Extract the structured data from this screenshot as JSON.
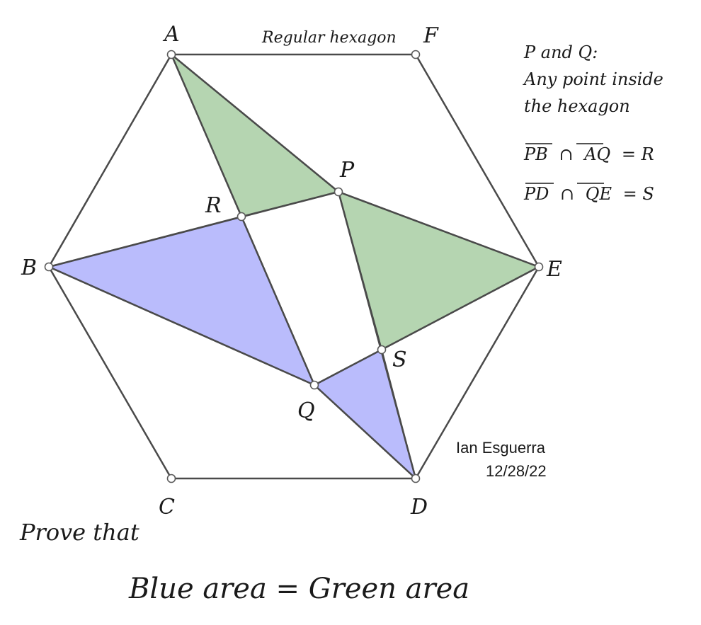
{
  "figure": {
    "title": "Regular hexagon",
    "vertices": [
      {
        "id": "A",
        "label": "A"
      },
      {
        "id": "F",
        "label": "F"
      },
      {
        "id": "E",
        "label": "E"
      },
      {
        "id": "D",
        "label": "D"
      },
      {
        "id": "C",
        "label": "C"
      },
      {
        "id": "B",
        "label": "B"
      }
    ],
    "points": [
      {
        "id": "P",
        "label": "P"
      },
      {
        "id": "Q",
        "label": "Q"
      },
      {
        "id": "R",
        "label": "R"
      },
      {
        "id": "S",
        "label": "S"
      }
    ],
    "regions": [
      {
        "id": "green-1",
        "vertices": "A-R-P",
        "color": "#b5d5b1"
      },
      {
        "id": "green-2",
        "vertices": "P-E-S",
        "color": "#b5d5b1"
      },
      {
        "id": "blue-1",
        "vertices": "B-R-Q",
        "color": "#babcfc"
      },
      {
        "id": "blue-2",
        "vertices": "Q-S-D",
        "color": "#babcfc"
      }
    ],
    "colors": {
      "edge": "#4a4a4a",
      "green": "#b5d5b1",
      "blue": "#babcfc"
    }
  },
  "notes": {
    "line1": "P and Q:",
    "line2": "Any point inside",
    "line3": "the hexagon",
    "eq1": {
      "seg1": "PB",
      "cap": "∩",
      "seg2": "AQ",
      "result": "= R"
    },
    "eq2": {
      "seg1": "PD",
      "cap": "∩",
      "seg2": "QE",
      "result": "= S"
    }
  },
  "author": {
    "name": "Ian Esguerra",
    "date": "12/28/22"
  },
  "task": {
    "prompt": "Prove that",
    "claim": "Blue area = Green area"
  }
}
